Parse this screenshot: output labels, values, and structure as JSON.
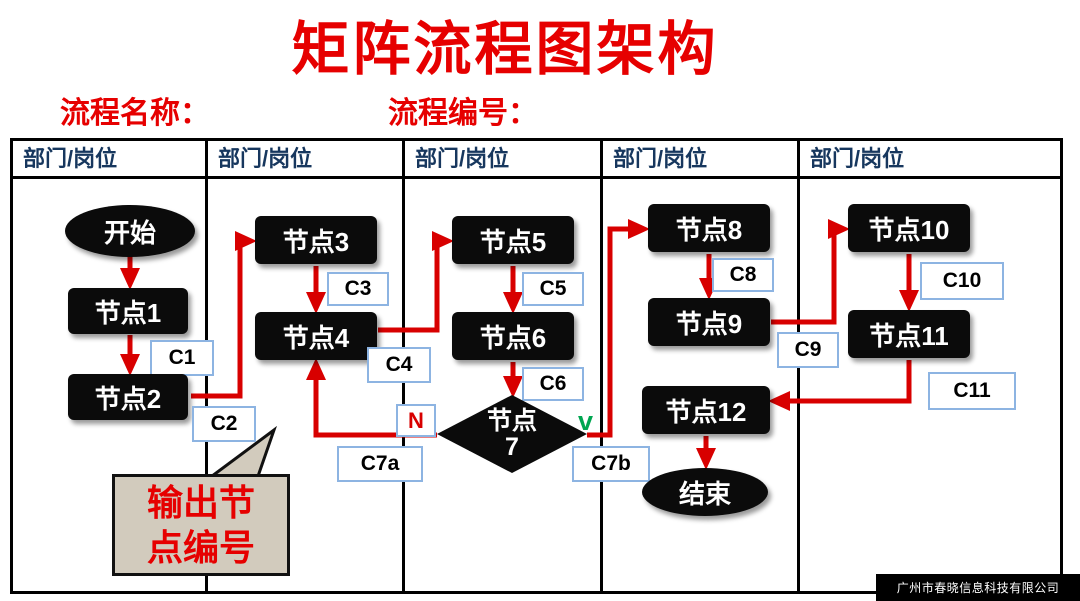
{
  "title": "矩阵流程图架构",
  "header_fields": {
    "process_name_label": "流程名称：",
    "process_number_label": "流程编号："
  },
  "table": {
    "columns": [
      "部门/岗位",
      "部门/岗位",
      "部门/岗位",
      "部门/岗位",
      "部门/岗位"
    ]
  },
  "nodes": {
    "start": "开始",
    "node1": "节点1",
    "node2": "节点2",
    "node3": "节点3",
    "node4": "节点4",
    "node5": "节点5",
    "node6": "节点6",
    "node7": "节点7",
    "node8": "节点8",
    "node9": "节点9",
    "node10": "节点10",
    "node11": "节点11",
    "node12": "节点12",
    "end": "结束"
  },
  "connectors": {
    "c1": "C1",
    "c2": "C2",
    "c3": "C3",
    "c4": "C4",
    "c5": "C5",
    "c6": "C6",
    "c7a": "C7a",
    "c7b": "C7b",
    "c8": "C8",
    "c9": "C9",
    "c10": "C10",
    "c11": "C11"
  },
  "branches": {
    "no": "N",
    "yes": "v"
  },
  "callout": {
    "text": "输出节点编号"
  },
  "footer": {
    "company": "广州市春晓信息科技有限公司"
  },
  "colors": {
    "title_red": "#e60000",
    "arrow_red": "#d80000",
    "header_navy": "#17375e",
    "node_black": "#0b0b0b",
    "connector_border": "#8db4e2",
    "callout_tan": "#d2cbbd",
    "yes_green": "#00a651"
  }
}
